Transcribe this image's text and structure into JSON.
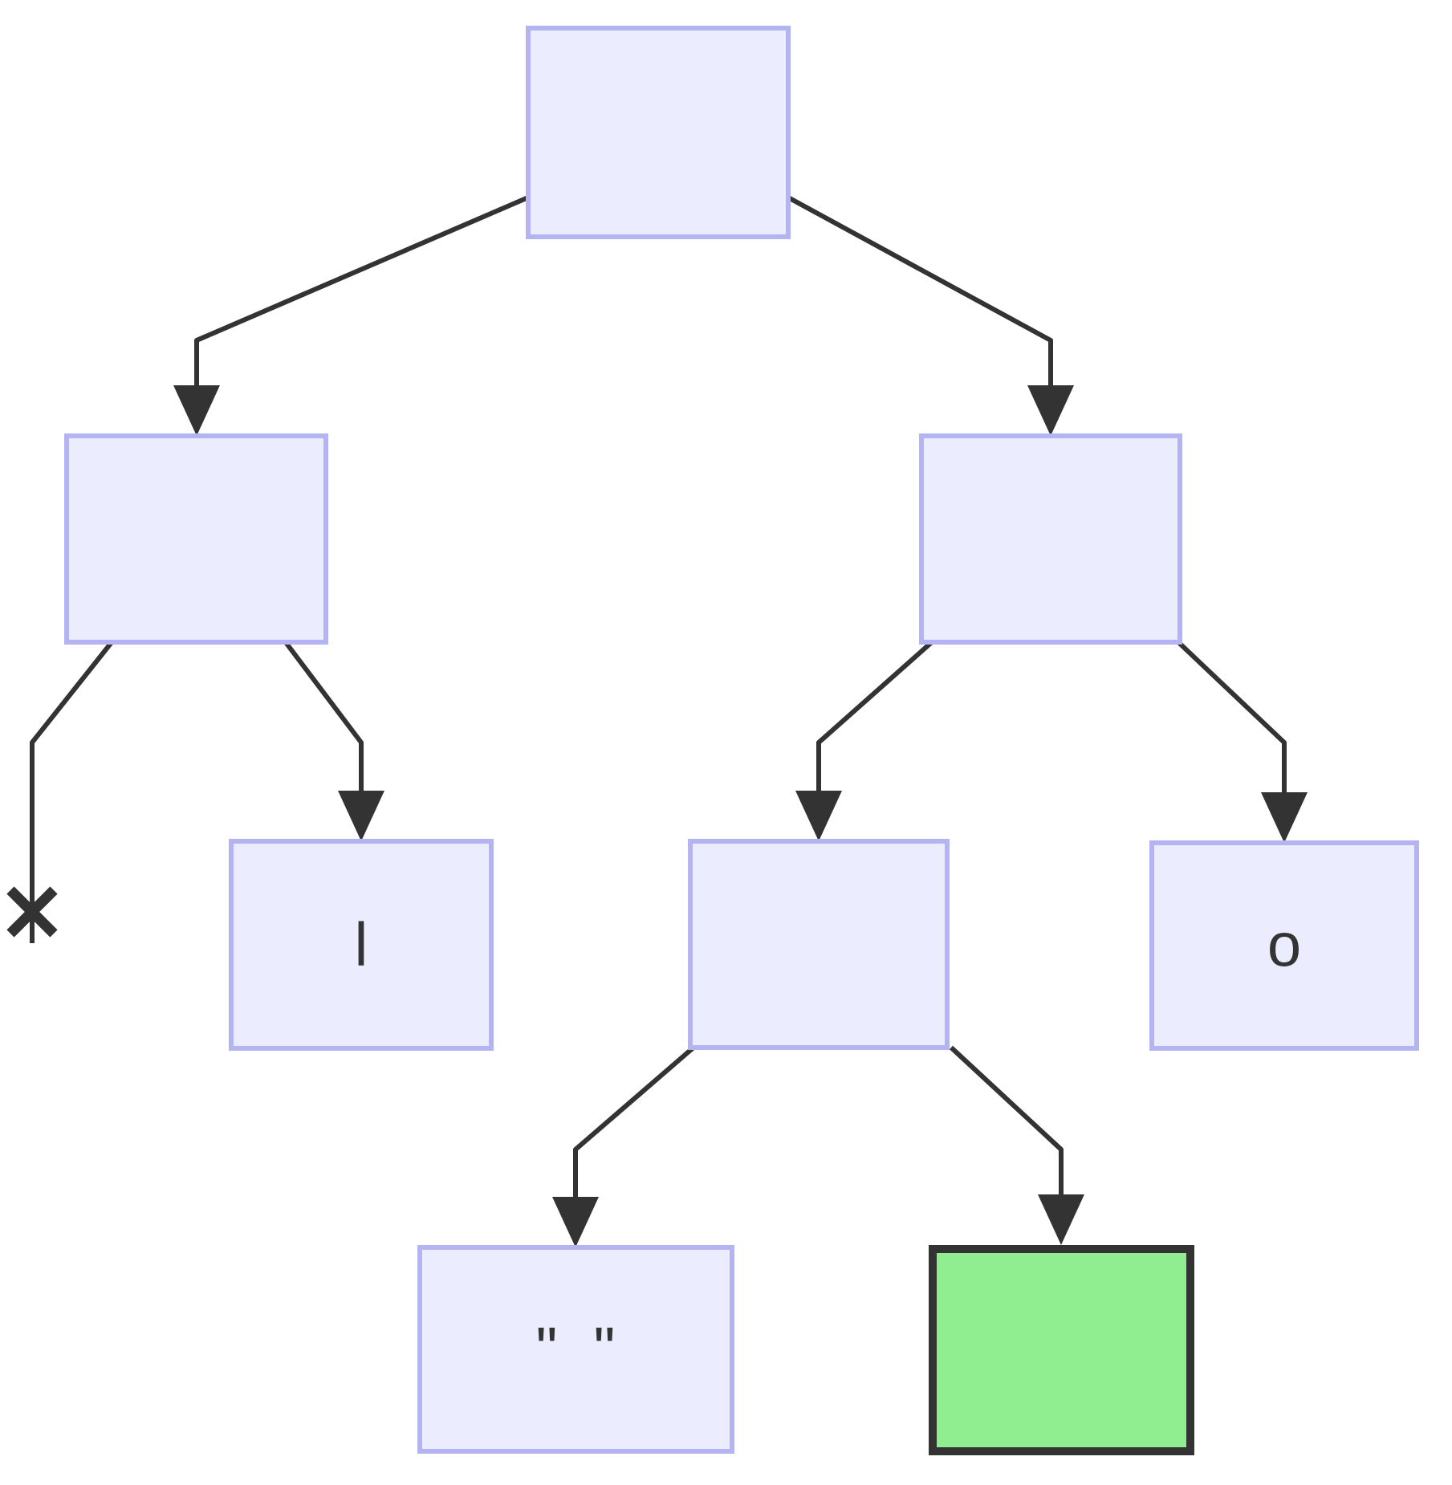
{
  "diagram": {
    "type": "binary-tree-flowchart",
    "direction": "top-down",
    "nodes": {
      "root": {
        "label": "",
        "kind": "internal"
      },
      "left": {
        "label": "",
        "kind": "internal"
      },
      "right": {
        "label": "",
        "kind": "internal"
      },
      "leaf_l": {
        "label": "l",
        "kind": "leaf"
      },
      "middle": {
        "label": "",
        "kind": "internal"
      },
      "leaf_o": {
        "label": "o",
        "kind": "leaf"
      },
      "leaf_space": {
        "label": "\" \"",
        "kind": "leaf"
      },
      "leaf_highlight": {
        "label": "",
        "kind": "leaf",
        "highlighted": true
      }
    },
    "edges": [
      {
        "from": "root",
        "to": "left",
        "end": "arrow"
      },
      {
        "from": "root",
        "to": "right",
        "end": "arrow"
      },
      {
        "from": "left",
        "to": "null",
        "end": "cross"
      },
      {
        "from": "left",
        "to": "leaf_l",
        "end": "arrow"
      },
      {
        "from": "right",
        "to": "middle",
        "end": "arrow"
      },
      {
        "from": "right",
        "to": "leaf_o",
        "end": "arrow"
      },
      {
        "from": "middle",
        "to": "leaf_space",
        "end": "arrow"
      },
      {
        "from": "middle",
        "to": "leaf_highlight",
        "end": "arrow"
      }
    ],
    "colors": {
      "node_fill": "#ECECFF",
      "node_border": "#B4B4F3",
      "highlight_fill": "#90EE90",
      "highlight_border": "#333333",
      "edge": "#333333",
      "text": "#333333"
    }
  }
}
